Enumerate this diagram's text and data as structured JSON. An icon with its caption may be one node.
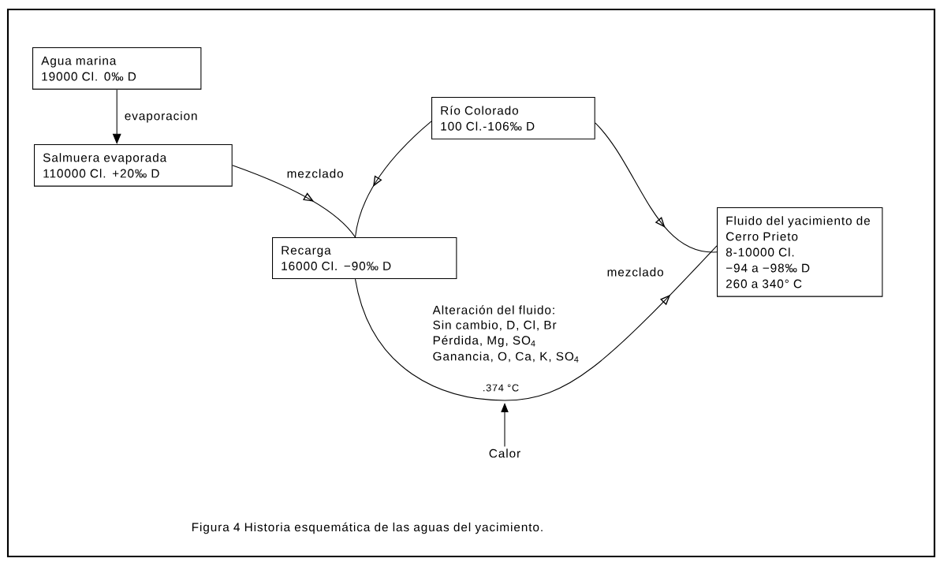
{
  "diagram": {
    "caption": "Figura 4 Historia esquemática de las aguas del yacimiento.",
    "nodes": [
      {
        "text": [
          "Agua marina",
          "19000 Cl. 0‰ D"
        ]
      },
      {
        "text": [
          "Salmuera evaporada",
          "110000 Cl. +20‰ D"
        ]
      },
      {
        "text": [
          "Río Colorado",
          "100 Cl.-106‰ D"
        ]
      },
      {
        "text": [
          "Recarga",
          "16000 Cl. −90‰ D"
        ]
      },
      {
        "text": [
          "Fluido del yacimiento de Cerro Prieto",
          "8-10000 Cl.",
          "−94 a −98‰ D",
          "260 a 340° C"
        ]
      },
      {
        "text": [
          "Calor"
        ]
      }
    ],
    "edges": [
      {
        "from": 0,
        "to": 1,
        "arrow": "to",
        "label": "evaporacion"
      },
      {
        "from": 1,
        "to": 3,
        "arrow": "to"
      },
      {
        "from": 2,
        "to": 3,
        "arrow": "to"
      },
      {
        "from": 2,
        "to": 4,
        "arrow": "to"
      },
      {
        "from": 3,
        "to": 4,
        "arrow": "to"
      },
      {
        "from": 5,
        "to": null,
        "arrow": "to"
      }
    ],
    "labels": [
      "mezclado",
      "mezclado",
      "Alteración del fluido:",
      "Sin cambio, D, Cl, Br",
      "Pérdida, Mg, SO$_{4}$",
      "Ganancia, O, Ca, K, SO$_{4}$",
      ".374 °C"
    ]
  }
}
